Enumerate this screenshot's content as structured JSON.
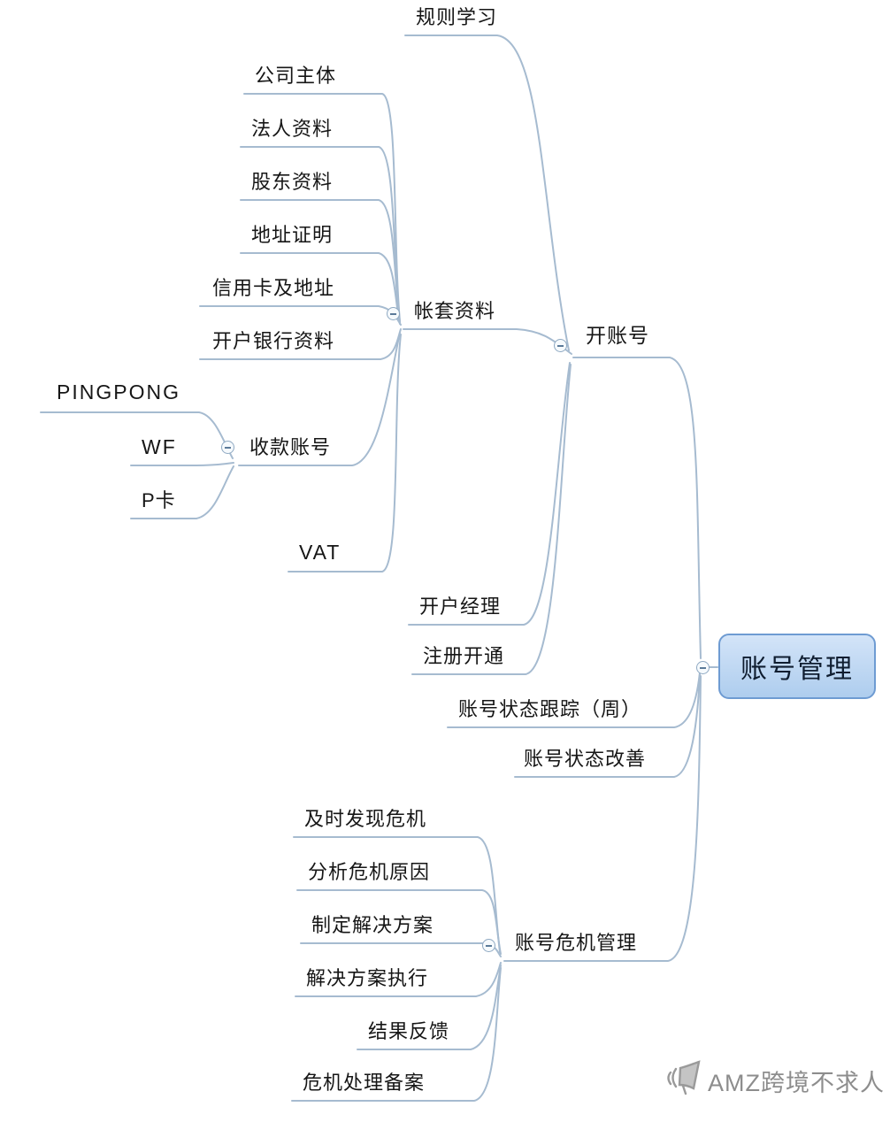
{
  "mindmap": {
    "root": {
      "label": "账号管理",
      "children": [
        {
          "label": "开账号",
          "children": [
            {
              "label": "规则学习"
            },
            {
              "label": "帐套资料",
              "children": [
                {
                  "label": "公司主体"
                },
                {
                  "label": "法人资料"
                },
                {
                  "label": "股东资料"
                },
                {
                  "label": "地址证明"
                },
                {
                  "label": "信用卡及地址"
                },
                {
                  "label": "开户银行资料"
                },
                {
                  "label": "收款账号",
                  "children": [
                    {
                      "label": "PINGPONG"
                    },
                    {
                      "label": "WF"
                    },
                    {
                      "label": "P卡"
                    }
                  ]
                },
                {
                  "label": "VAT"
                }
              ]
            },
            {
              "label": "开户经理"
            },
            {
              "label": "注册开通"
            }
          ]
        },
        {
          "label": "账号状态跟踪（周）"
        },
        {
          "label": "账号状态改善"
        },
        {
          "label": "账号危机管理",
          "children": [
            {
              "label": "及时发现危机"
            },
            {
              "label": "分析危机原因"
            },
            {
              "label": "制定解决方案"
            },
            {
              "label": "解决方案执行"
            },
            {
              "label": "结果反馈"
            },
            {
              "label": "危机处理备案"
            }
          ]
        }
      ]
    }
  },
  "watermark": {
    "label": "AMZ跨境不求人"
  },
  "icons": {
    "collapse": "minus-circle-icon",
    "watermark": "megaphone-icon"
  },
  "colors": {
    "line": "#a6bbd0",
    "root_fill_top": "#d3e4f8",
    "root_fill_bottom": "#aecdee",
    "root_border": "#6e9bd2",
    "topic_text": "#161616",
    "watermark_text": "#8d8d8d"
  }
}
